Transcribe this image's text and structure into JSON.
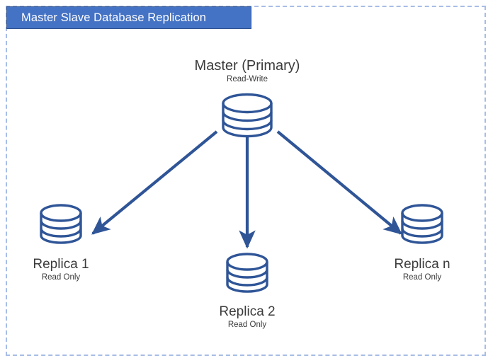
{
  "diagram": {
    "title": "Master Slave Database Replication",
    "title_bg_color": "#4472C4",
    "title_text_color": "#FFFFFF",
    "frame_border_color": "#A8BDE6",
    "node_color": "#2F5597",
    "arrow_color": "#2F5597",
    "background_color": "#FFFFFF"
  },
  "nodes": {
    "master": {
      "title": "Master (Primary)",
      "subtitle": "Read-Write",
      "icon": "database-cylinder-icon"
    },
    "replica1": {
      "title": "Replica 1",
      "subtitle": "Read Only",
      "icon": "database-cylinder-icon"
    },
    "replica2": {
      "title": "Replica 2",
      "subtitle": "Read Only",
      "icon": "database-cylinder-icon"
    },
    "replican": {
      "title": "Replica n",
      "subtitle": "Read Only",
      "icon": "database-cylinder-icon"
    }
  },
  "connections": [
    {
      "name": "master-to-replica1",
      "from": "master",
      "to": "replica1",
      "style": "solid-arrow"
    },
    {
      "name": "master-to-replica2",
      "from": "master",
      "to": "replica2",
      "style": "solid-arrow"
    },
    {
      "name": "master-to-replican",
      "from": "master",
      "to": "replican",
      "style": "solid-arrow"
    }
  ]
}
